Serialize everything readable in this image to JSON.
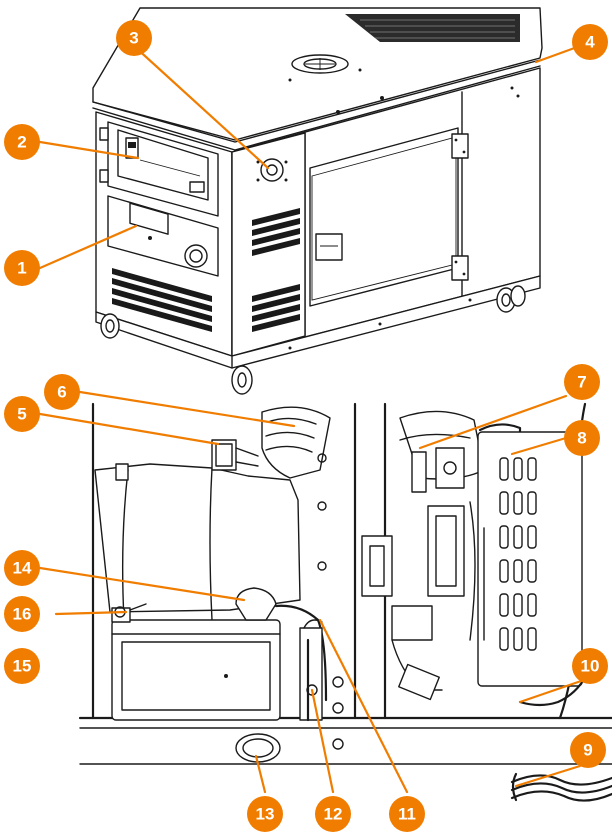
{
  "callouts": [
    {
      "id": "1",
      "label": "1"
    },
    {
      "id": "2",
      "label": "2"
    },
    {
      "id": "3",
      "label": "3"
    },
    {
      "id": "4",
      "label": "4"
    },
    {
      "id": "5",
      "label": "5"
    },
    {
      "id": "6",
      "label": "6"
    },
    {
      "id": "7",
      "label": "7"
    },
    {
      "id": "8",
      "label": "8"
    },
    {
      "id": "9",
      "label": "9"
    },
    {
      "id": "10",
      "label": "10"
    },
    {
      "id": "11",
      "label": "11"
    },
    {
      "id": "12",
      "label": "12"
    },
    {
      "id": "13",
      "label": "13"
    },
    {
      "id": "14",
      "label": "14"
    },
    {
      "id": "15",
      "label": "15"
    },
    {
      "id": "16",
      "label": "16"
    }
  ],
  "colors": {
    "callout": "#f07d00",
    "line": "#1a1a1a",
    "background": "#ffffff"
  }
}
